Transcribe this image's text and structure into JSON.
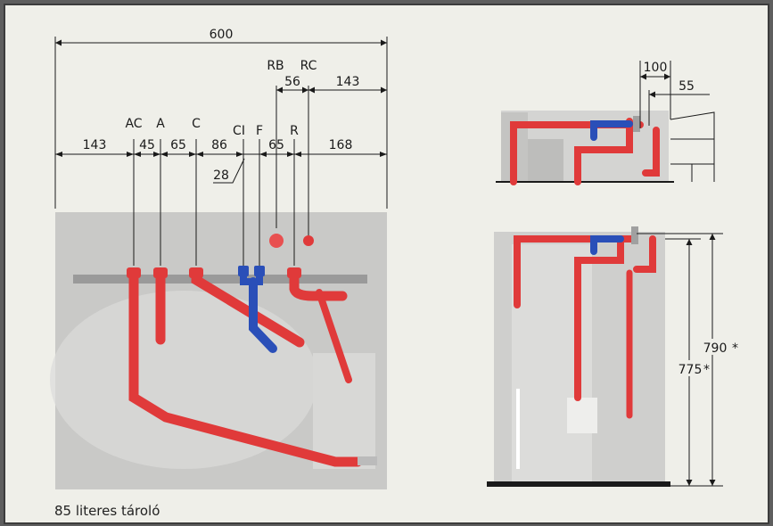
{
  "dimensions": {
    "overall_width": "600",
    "rb": "RB",
    "rc": "RC",
    "rb_rc_gap": "56",
    "rc_right": "143",
    "left_offset": "143",
    "ac_a": "45",
    "a_c": "65",
    "c_ci": "86",
    "f_r": "65",
    "r_right": "168",
    "ci_f": "28",
    "top_100": "100",
    "top_55": "55",
    "h_790": "790",
    "h_775": "775"
  },
  "connection_labels": {
    "ac": "AC",
    "a": "A",
    "c": "C",
    "ci": "CI",
    "f": "F",
    "r": "R"
  },
  "caption": "85 literes tároló",
  "colors": {
    "hot_pipe": "#e03a3a",
    "cold_pipe": "#2a4fb8",
    "tank": "#c8c8c8",
    "background": "#efefe9",
    "frame": "#5e5e5e"
  }
}
